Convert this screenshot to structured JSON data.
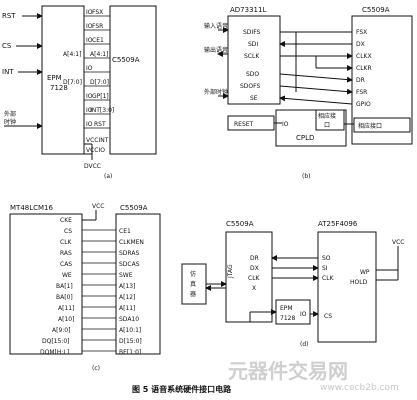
{
  "panel_a": {
    "left_signals": [
      "RST",
      "CS",
      "INT"
    ],
    "clock_label": [
      "外部",
      "时钟"
    ],
    "cpld_label": [
      "EPM",
      "7128"
    ],
    "dsp_label": "C5509A",
    "bus_signals": [
      "IO",
      "FSX",
      "IO",
      "FSR",
      "IO",
      "CE1",
      "A[4:1]",
      "A[4:1]",
      "IO",
      "D[7:0]",
      "D[7:0]",
      "IO",
      "GP[1]",
      "IO",
      "INT[3:0]",
      "IO",
      "RST"
    ],
    "power_labels": [
      "VCCINT",
      "VCCIO",
      "DVCC"
    ],
    "tag": "(a)"
  },
  "panel_b": {
    "codec_label": "AD73311L",
    "dsp_label": "C5509A",
    "left_labels": [
      "输入语音",
      "输出语音",
      "外部时钟"
    ],
    "codec_pins": [
      "SDIFS",
      "SDI",
      "SCLK",
      "SDO",
      "SDOFS",
      "SE",
      "RESET"
    ],
    "dsp_pins": [
      "FSX",
      "DX",
      "CLKX",
      "CLKR",
      "DR",
      "FSR",
      "GPIO"
    ],
    "cpld_label": "CPLD",
    "cpld_io": "IO",
    "cpld_port": [
      "相应接",
      "口"
    ],
    "dsp_port": "相应接口",
    "tag": "(b)"
  },
  "panel_c": {
    "sdram_label": "MT48LCM16",
    "dsp_label": "C5509A",
    "vcc": "VCC",
    "sdram_pins": [
      "CKE",
      "CS",
      "CLK",
      "RAS",
      "CAS",
      "WE",
      "BA[1]",
      "BA[0]",
      "A[11]",
      "A[10]",
      "A[9:0]",
      "DQ[15:0]",
      "DQM[H:L]"
    ],
    "dsp_pins": [
      "CE1",
      "CLKMEN",
      "SDRAS",
      "SDCAS",
      "SWE",
      "A[13]",
      "A[12]",
      "A[11]",
      "SDA10",
      "A[10:1]",
      "D[15:0]",
      "BE[1:0]"
    ],
    "tag": "(c)"
  },
  "panel_d": {
    "dsp_label": "C5509A",
    "flash_label": "AT25F4096",
    "vcc": "VCC",
    "emulator_label": [
      "仿",
      "真",
      "器"
    ],
    "jtag_label": "JTAG",
    "dsp_pins": [
      "DR",
      "DX",
      "CLK",
      "X"
    ],
    "flash_pins": [
      "SO",
      "SI",
      "CLK",
      "WP",
      "HOLD",
      "CS"
    ],
    "cpld_label": [
      "EPM",
      "7128"
    ],
    "cpld_io": "IO",
    "tag": "(d)"
  },
  "caption": "图 5  语音系统硬件接口电路",
  "watermark": {
    "text": "元器件交易网",
    "site": "www.cecb2b.com"
  }
}
